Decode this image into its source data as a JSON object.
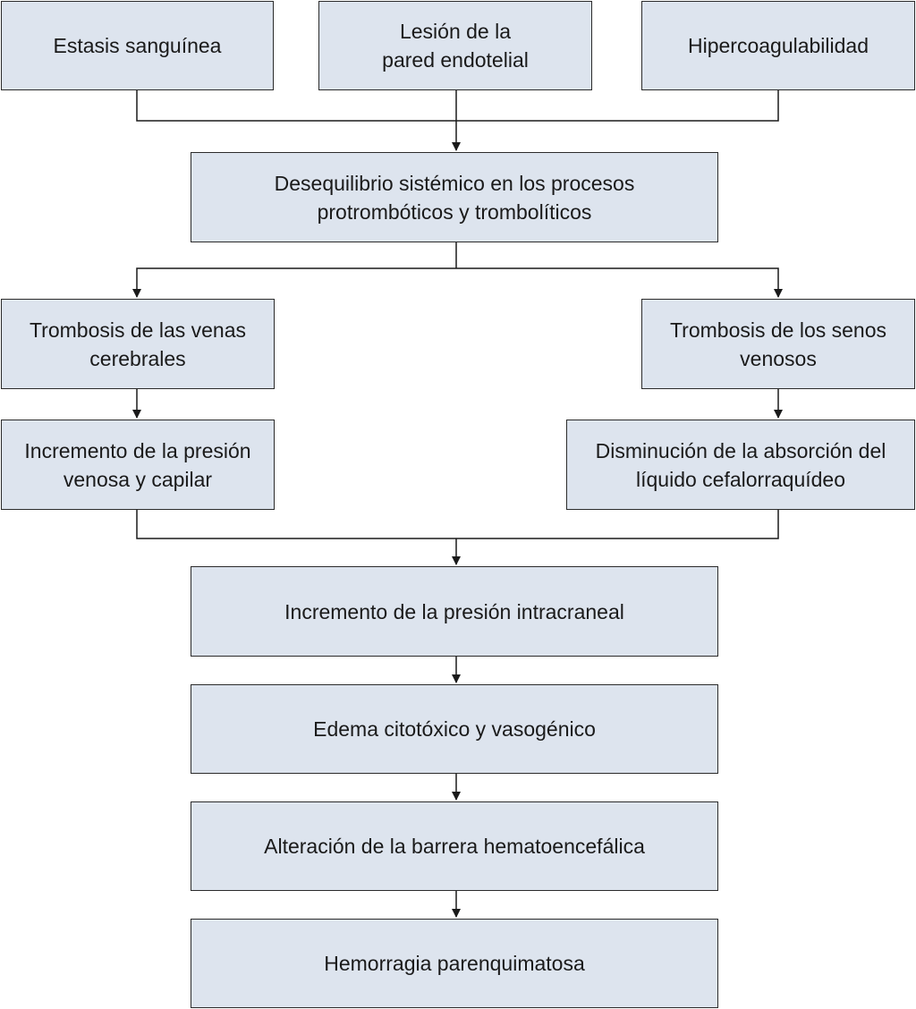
{
  "colors": {
    "box_fill": "#dde4ee",
    "box_border": "#2b2b2b",
    "line": "#1a1a1a"
  },
  "nodes": {
    "estasis": "Estasis sanguínea",
    "lesion": "Lesión de la pared endotelial",
    "hipercoag": "Hipercoagulabilidad",
    "desequilibrio": "Desequilibrio sistémico en los procesos protrombóticos y trombolíticos",
    "trombosis_venas": "Trombosis de las venas cerebrales",
    "trombosis_senos": "Trombosis de los senos venosos",
    "presion_venosa": "Incremento de la presión venosa y capilar",
    "absorcion": "Disminución de la absorción del líquido cefalorraquídeo",
    "presion_intracraneal": "Incremento de la presión intracraneal",
    "edema": "Edema citotóxico y vasogénico",
    "barrera": "Alteración de la barrera hematoencefálica",
    "hemorragia": "Hemorragia parenquimatosa"
  },
  "edges": [
    {
      "from": [
        "estasis",
        "lesion",
        "hipercoag"
      ],
      "to": "desequilibrio"
    },
    {
      "from": [
        "desequilibrio"
      ],
      "to": "trombosis_venas"
    },
    {
      "from": [
        "desequilibrio"
      ],
      "to": "trombosis_senos"
    },
    {
      "from": [
        "trombosis_venas"
      ],
      "to": "presion_venosa"
    },
    {
      "from": [
        "trombosis_senos"
      ],
      "to": "absorcion"
    },
    {
      "from": [
        "presion_venosa",
        "absorcion"
      ],
      "to": "presion_intracraneal"
    },
    {
      "from": [
        "presion_intracraneal"
      ],
      "to": "edema"
    },
    {
      "from": [
        "edema"
      ],
      "to": "barrera"
    },
    {
      "from": [
        "barrera"
      ],
      "to": "hemorragia"
    }
  ]
}
